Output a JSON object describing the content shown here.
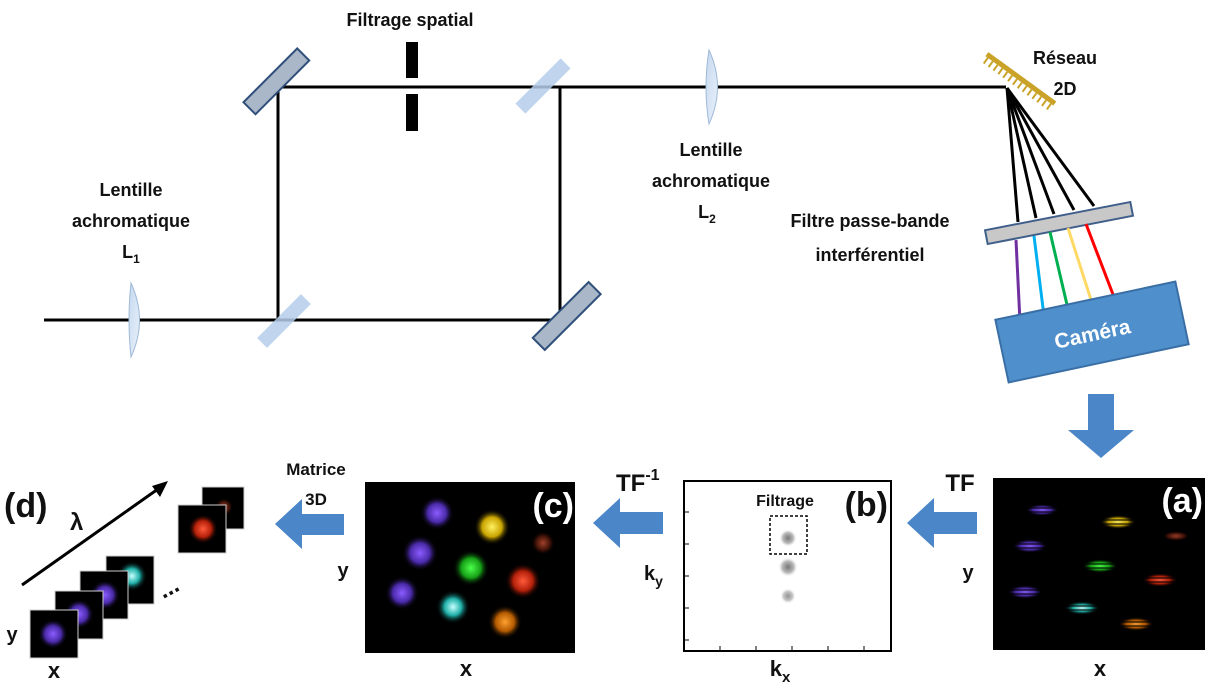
{
  "optics": {
    "spatial_filter_label": "Filtrage spatial",
    "lens1": {
      "line1": "Lentille",
      "line2": "achromatique",
      "name": "L",
      "sub": "1"
    },
    "lens2": {
      "line1": "Lentille",
      "line2": "achromatique",
      "name": "L",
      "sub": "2"
    },
    "grating": {
      "line1": "Réseau",
      "line2": "2D"
    },
    "filter": {
      "line1": "Filtre passe-bande",
      "line2": "interférentiel"
    },
    "camera_label": "Caméra"
  },
  "pipeline": {
    "panel_a": {
      "tag": "(a)",
      "x_label": "x",
      "y_label": "y"
    },
    "op_tf": "TF",
    "panel_b": {
      "tag": "(b)",
      "filter_label": "Filtrage",
      "x_main": "k",
      "x_sub": "x",
      "y_main": "k",
      "y_sub": "y"
    },
    "op_itf_main": "TF",
    "op_itf_sup": "-1",
    "panel_c": {
      "tag": "(c)",
      "x_label": "x",
      "y_label": "y"
    },
    "op_matrix": {
      "line1": "Matrice",
      "line2": "3D"
    },
    "panel_d": {
      "tag": "(d)",
      "lambda": "λ",
      "x_label": "x",
      "y_label": "y",
      "ellipsis": "..."
    }
  },
  "colors": {
    "arrow_fill": "#4A86C8",
    "camera_fill": "#4F8FCB",
    "grating": "#C9A227",
    "mirror": "#A9B7C9",
    "beam_violet": "#7030A0",
    "beam_cyan": "#00B0F0",
    "beam_green": "#00B050",
    "beam_yellow": "#FFD966",
    "beam_red": "#FF0000"
  }
}
